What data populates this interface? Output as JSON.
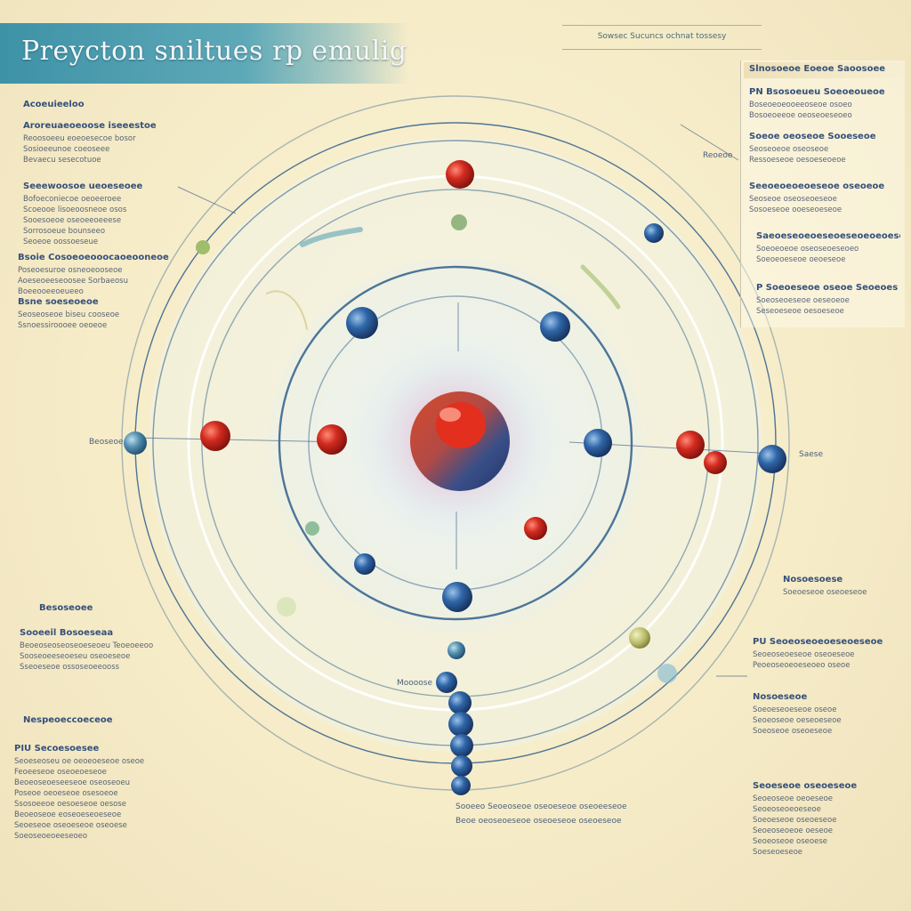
{
  "title": "Preycton sniltues rp emulig",
  "subtitle": "Sowsec Sucuncs ochnat tossesy",
  "colors": {
    "banner": "#4a9cb0",
    "proton_red": "#c8261e",
    "electron_blue": "#2c5f96",
    "orbit_blue": "#2f5f8c",
    "text": "#3b4a66"
  },
  "left_notes": {
    "n1": {
      "title": "Acoeuieeloo",
      "lines": []
    },
    "n2": {
      "title": "Aroreuaeoeoose iseeestoe",
      "lines": [
        "Reoosoeeu eoeoesecoe bosor",
        "Sosioeeunoe coeoseee",
        "Bevaecu sesecotuoe"
      ]
    },
    "n3": {
      "title": "Seeewoosoe ueoeseoee",
      "lines": [
        "Bofoeconiecoe oeoeeroee",
        "Scoeooe lisoeoosneoe osos",
        "Sooesoeoe oseoeeoeeese",
        "Sorrosoeue bounseeo",
        "Seoeoe oossoeseue"
      ]
    },
    "n4": {
      "title": "Bsoie Cosoeoeooocaoeooneoe",
      "lines": [
        "Poseoesuroe osneoeooseoe",
        "Aoeseoeeseoosee Sorbaeosu",
        "Boeeooeeoeueeo"
      ]
    },
    "n5": {
      "title": "Bsne soeseoeoe",
      "lines": [
        "Seoseoseoe biseu cooseoe",
        "Ssnoessiroooee oeoeoe"
      ]
    }
  },
  "left_lower": {
    "n6": {
      "title": "Besoseoee",
      "lines": []
    },
    "n7": {
      "title": "Sooeeil Bosoeseaa",
      "lines": [
        "Beoeoseoseoseoeseoeu Teoeoeeoo",
        "Sooseoeeseoeseu oseoeseoe",
        "Sseoeseoe ossoseoeeooss"
      ]
    },
    "n8": {
      "title": "Nespeoeccoeceoe",
      "lines": []
    },
    "n9": {
      "title": "PIU Secoesoesee",
      "lines": [
        "Seoeseoseu oe oeoeoeseoe oseoe",
        "Feoeeseoe oseoeoeseoe",
        "Beoeoseoeseeseoe oseoseoeu",
        "Poseoe oeoeseoe osesoeoe",
        "Ssosoeeoe oesoeseoe oesose",
        "Beoeoseoe eoseoeseoeseoe",
        "Seoeseoe oseoeseoe oseoese",
        "Soeoseoeoeeseoeo"
      ]
    }
  },
  "right_panel": {
    "head": "Slnosoeoe Eoeoe Saoosoee",
    "n1": {
      "title": "PN Bsosoeueu Soeoeoueoe",
      "lines": [
        "Boseoeoeooeeoseoe osoeo",
        "Bosoeoeeoe oeoseoeseoeo"
      ]
    },
    "n2": {
      "title": "Soeoe oeoseoe Sooeseoe",
      "lines": [
        "Seoseoeoe oseoseoe",
        "Ressoeseoe oesoeseoeoe"
      ]
    },
    "n3": {
      "title": "Seeoeoeoeoeseoe oseoeoe",
      "lines": [
        "Seoseoe oseoseoeseoe",
        "Sosoeseoe ooeseoeseoe"
      ]
    },
    "n4": {
      "title": "Saeoeseoeoeseoeseoeoeoese",
      "lines": [
        "Soeoeoeoe oseoseoeseoeo",
        "Soeoeoeseoe oeoeseoe"
      ]
    },
    "n5": {
      "title": "P Soeoeseoe oseoe Seoeoes",
      "lines": [
        "Soeoseoeseoe oeseoeoe",
        "Seseoeseoe oesoeseoe"
      ]
    }
  },
  "right_lower": {
    "n6": {
      "title": "Nosoesoese",
      "lines": [
        "Soeoeseoe oseoeseoe"
      ]
    },
    "n7": {
      "title": "PU Seoeoseoeoeseoeseoe",
      "lines": [
        "Seoeoseoeseoe oseoeseoe",
        "Peoeoseoeoeseoeo oseoe"
      ]
    },
    "n8": {
      "title": "Nosoeseoe",
      "lines": [
        "Soeoeseoeseoe oseoe",
        "Seoeoseoe oeseoeseoe",
        "Soeoseoe oseoeseoe"
      ]
    },
    "n9": {
      "title": "Seoeseoe oseoeseoe",
      "lines": [
        "Seoeoseoe oeoeseoe",
        "Seoeoseoeoeseoe",
        "Soeoeseoe oseoeseoe",
        "Seoeoseoeoe oeseoe",
        "Seoeoseoe oseoese",
        "Soeseoeseoe"
      ]
    }
  },
  "side_labels": {
    "left": "Beoseoe",
    "right": "Saese",
    "right_top": "Reoeoe",
    "bottom_mid": "Moooose",
    "bottom_caption_1": "Sooeeo Seoeoseoe oseoeseoe oseoeeseoe",
    "bottom_caption_2": "Beoe oeoseoeseoe oseoeseoe oseoeseoe"
  },
  "particles": {
    "nucleus": {
      "label": ""
    },
    "protons": 6,
    "electrons": 14
  }
}
